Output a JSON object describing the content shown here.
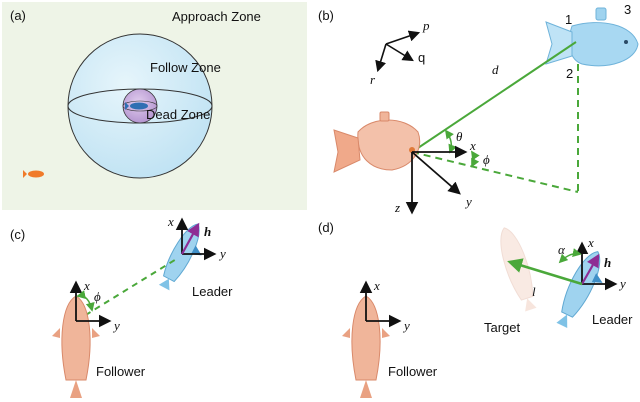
{
  "panels": {
    "a": {
      "tag": "(a)",
      "approach_zone": "Approach Zone",
      "follow_zone": "Follow Zone",
      "dead_zone": "Dead Zone"
    },
    "b": {
      "tag": "(b)",
      "frame_p": "p",
      "frame_q": "q",
      "frame_r": "r",
      "point_1": "1",
      "point_2": "2",
      "point_3": "3",
      "distance": "d",
      "theta": "θ",
      "phi": "ϕ",
      "axis_x": "x",
      "axis_y": "y",
      "axis_z": "z"
    },
    "c": {
      "tag": "(c)",
      "leader": "Leader",
      "follower": "Follower",
      "axis_x": "x",
      "axis_y": "y",
      "heading": "h",
      "phi": "ϕ"
    },
    "d": {
      "tag": "(d)",
      "target": "Target",
      "leader": "Leader",
      "follower": "Follower",
      "axis_x": "x",
      "axis_y": "y",
      "heading": "h",
      "alpha": "α",
      "length": "l"
    }
  },
  "colors": {
    "zone_background": "#eef4e7",
    "sphere_fill": "#cfe9f6",
    "dead_zone_fill": "#c7a9dc",
    "leader_fish": "#9fd3ef",
    "follower_fish": "#f0b59a",
    "relation_green": "#4aa83a",
    "heading_purple": "#8e2d94",
    "small_fish": "#f07a2a"
  }
}
